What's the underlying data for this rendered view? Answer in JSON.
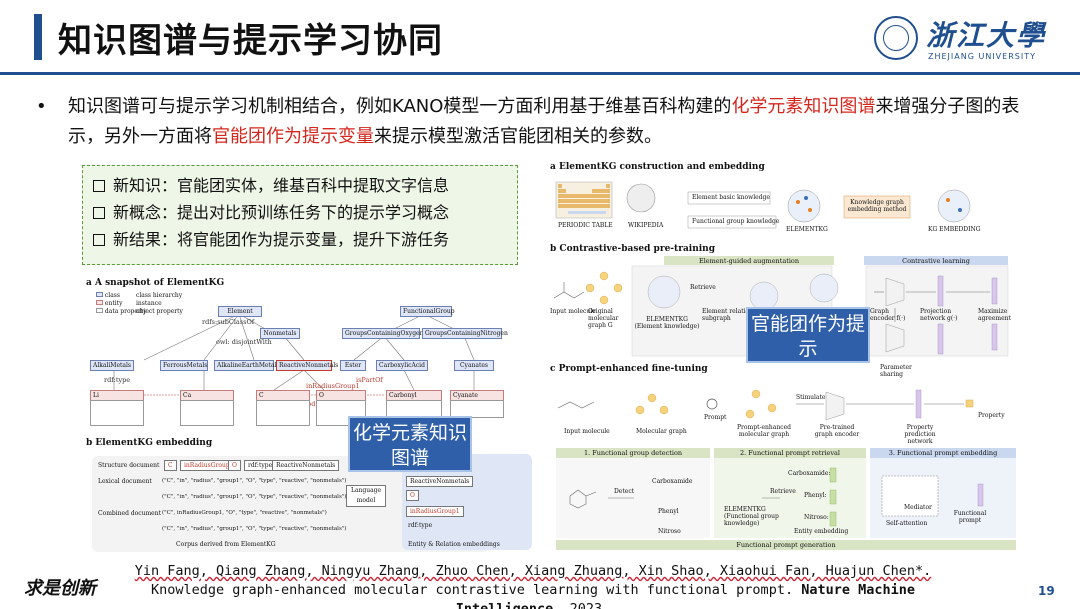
{
  "header": {
    "title": "知识图谱与提示学习协同",
    "logo_cn": "浙江大學",
    "logo_en": "ZHEJIANG UNIVERSITY"
  },
  "bullet": {
    "p1": "知识图谱可与提示学习机制相结合，例如KANO模型一方面利用基于维基百科构建的",
    "h1": "化学元素知识图谱",
    "p2": "来增强分子图的表示，另外一方面将",
    "h2": "官能团作为提示变量",
    "p3": "来提示模型激活官能团相关的参数。"
  },
  "note": {
    "items": [
      "新知识：官能团实体，维基百科中提取文字信息",
      "新概念：提出对比预训练任务下的提示学习概念",
      "新结果：将官能团作为提示变量，提升下游任务"
    ]
  },
  "left_panel": {
    "a_title": "a  A snapshot of ElementKG",
    "legend": [
      "class",
      "entity",
      "data property",
      "class hierarchy",
      "instance",
      "object property"
    ],
    "nodes": {
      "element": "Element",
      "functional_group": "FunctionalGroup",
      "nonmetals": "Nonmetals",
      "groups_oxygen": "GroupsContainingOxygen",
      "groups_nitrogen": "GroupsContainingNitrogen",
      "alkali": "AlkaliMetals",
      "ferrous": "FerrousMetals",
      "alkaline": "AlkalineEarthMetals",
      "reactive": "ReactiveNonmetals",
      "ester": "Ester",
      "carboxylic": "CarboxylicAcid",
      "cyanates": "Cyanates",
      "li": "Li",
      "ca": "Ca",
      "c": "C",
      "o": "O",
      "carbonyl": "Carbonyl",
      "cyanate": "Cyanate"
    },
    "edge_labels": {
      "subclass": "rdfs:subClassOf",
      "disjoint": "owl: disjointWith",
      "rdf_type": "rdf:type",
      "in_radius": "inRadiusGroup1",
      "in_period": "inPeriod1",
      "is_part_of": "isPartOf"
    },
    "b_title": "b  ElementKG embedding",
    "rows": [
      "Structure document",
      "Lexical document",
      "Combined document"
    ],
    "structure_chips": [
      "C",
      "inRadiusGroup1",
      "O",
      "rdf:type",
      "ReactiveNonmetals"
    ],
    "lexical_text": "(\"C\", \"in\", \"radius\", \"group1\", \"O\", \"type\", \"reactive\", \"nonmetals\")",
    "combined_text": "(\"C\", inRadiusGroup1, \"O\", \"type\", \"reactive\", \"nonmetals\")",
    "language_model": "Language model",
    "corpus_label": "Corpus derived from ElementKG",
    "emb_label": "Entity & Relation embeddings",
    "out_chips": [
      "ReactiveNonmetals",
      "O",
      "inRadiusGroup1",
      "rdf:type"
    ]
  },
  "right_panel": {
    "a_title": "a  ElementKG construction and embedding",
    "periodic": "PERIODIC TABLE",
    "wiki": "WIKIPEDIA",
    "elem_basic": "Element basic knowledge",
    "fg_knowledge": "Functional group knowledge",
    "kg_method": "Knowledge graph embedding method",
    "elementkg": "ELEMENTKG",
    "kg_emb": "KG EMBEDDING",
    "b_title": "b  Contrastive-based pre-training",
    "band1": "Element-guided augmentation",
    "band2": "Contrastive learning",
    "input_mol": "Input molecule",
    "orig_graph": "Original molecular graph G",
    "elementkg_knowledge": "ELEMENTKG (Element knowledge)",
    "retrieve": "Retrieve",
    "element_relation": "Element relation subgraph",
    "graph_encoder": "Graph encoder f(·)",
    "proj_network": "Projection network g(·)",
    "max_agreement": "Maximize agreement",
    "param_sharing": "Parameter sharing",
    "c_title": "c  Prompt-enhanced fine-tuning",
    "mol_graph": "Molecular graph",
    "prompt": "Prompt",
    "stimulate": "Stimulate",
    "prompt_enhanced": "Prompt-enhanced molecular graph",
    "pretrained_encoder": "Pre-trained graph encoder",
    "prop_network": "Property prediction network",
    "property": "Property",
    "steps": [
      "1. Functional group detection",
      "2. Functional prompt retrieval",
      "3. Functional prompt embedding"
    ],
    "detect": "Detect",
    "carboxamide": "Carboxamide",
    "phenyl": "Phenyl",
    "nitroso": "Nitroso",
    "fg_kg": "ELEMENTKG (Functional group knowledge)",
    "entity_embedding": "Entity embedding",
    "carboxamide2": "Carboxamide:",
    "phenyl2": "Phenyl:",
    "nitroso2": "Nitroso:",
    "mediator": "Mediator",
    "self_attention": "Self-attention",
    "functional_prompt": "Functional prompt",
    "fp_generation": "Functional prompt generation"
  },
  "callouts": {
    "c1": "化学元素知识图谱",
    "c2": "官能团作为提示"
  },
  "footer": {
    "signature": "求是创新",
    "ref_authors": "Yin Fang, Qiang Zhang, Ningyu Zhang, Zhuo Chen, Xiang Zhuang, Xin Shao, Xiaohui Fan, Huajun Chen*.",
    "ref_title": "Knowledge graph-enhanced molecular contrastive learning with functional prompt.",
    "ref_journal": "Nature Machine Intelligence",
    "ref_year": ". 2023.",
    "page": "19"
  },
  "colors": {
    "brand": "#1f4f8f",
    "highlight": "#d4261c",
    "note_bg": "#eef6e7",
    "callout": "#2f5fa8"
  }
}
